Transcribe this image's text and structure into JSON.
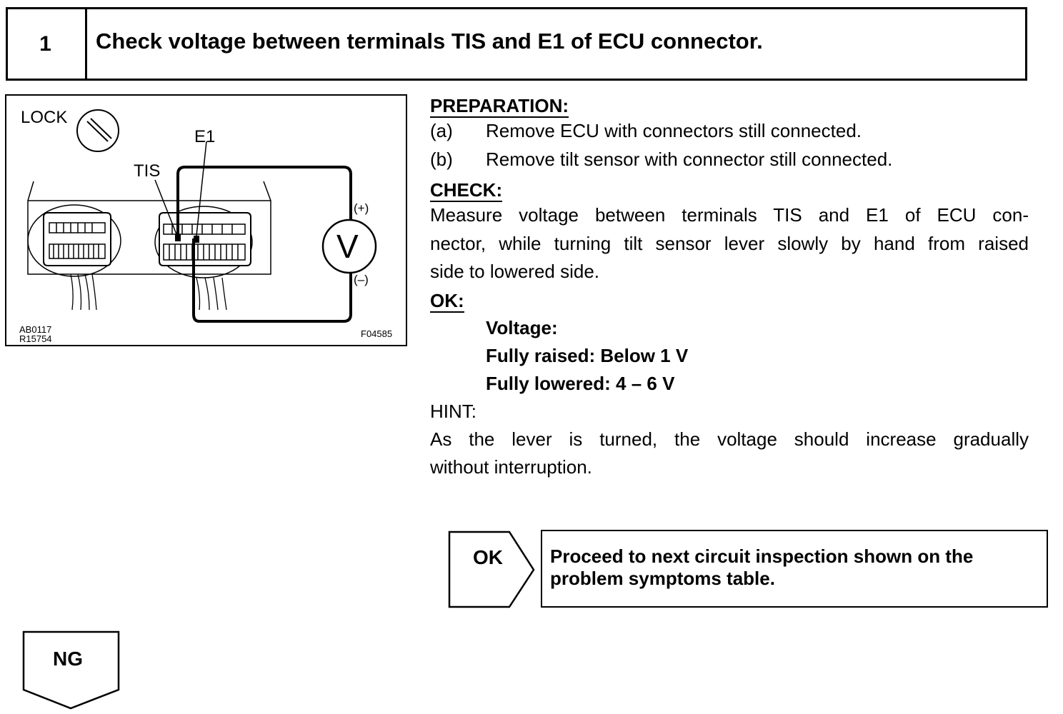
{
  "header": {
    "step_number": "1",
    "title": "Check voltage between terminals TIS and E1 of ECU connector."
  },
  "figure": {
    "label_lock": "LOCK",
    "label_e1": "E1",
    "label_tis": "TIS",
    "label_plus": "(+)",
    "label_minus": "(–)",
    "meter_symbol": "V",
    "code_1": "AB0117",
    "code_2": "R15754",
    "code_3": "F04585"
  },
  "preparation": {
    "heading": "PREPARATION:",
    "steps": [
      {
        "marker": "(a)",
        "text": "Remove ECU with connectors still connected."
      },
      {
        "marker": "(b)",
        "text": "Remove tilt sensor with connector still connected."
      }
    ]
  },
  "check": {
    "heading": "CHECK:",
    "line1": "Measure voltage between terminals TIS and E1 of ECU con-",
    "line2": "nector, while turning tilt sensor lever slowly by hand from raised",
    "line3": "side to lowered side."
  },
  "ok_spec": {
    "heading": "OK:",
    "line1": "Voltage:",
    "line2": "Fully raised: Below 1 V",
    "line3": "Fully lowered: 4 – 6 V"
  },
  "hint": {
    "heading": "HINT:",
    "line1": "As the lever is turned, the voltage should increase gradually",
    "line2": "without interruption."
  },
  "result_ok": {
    "label": "OK",
    "text": "Proceed to next circuit inspection shown on the problem symptoms table."
  },
  "result_ng": {
    "label": "NG"
  }
}
